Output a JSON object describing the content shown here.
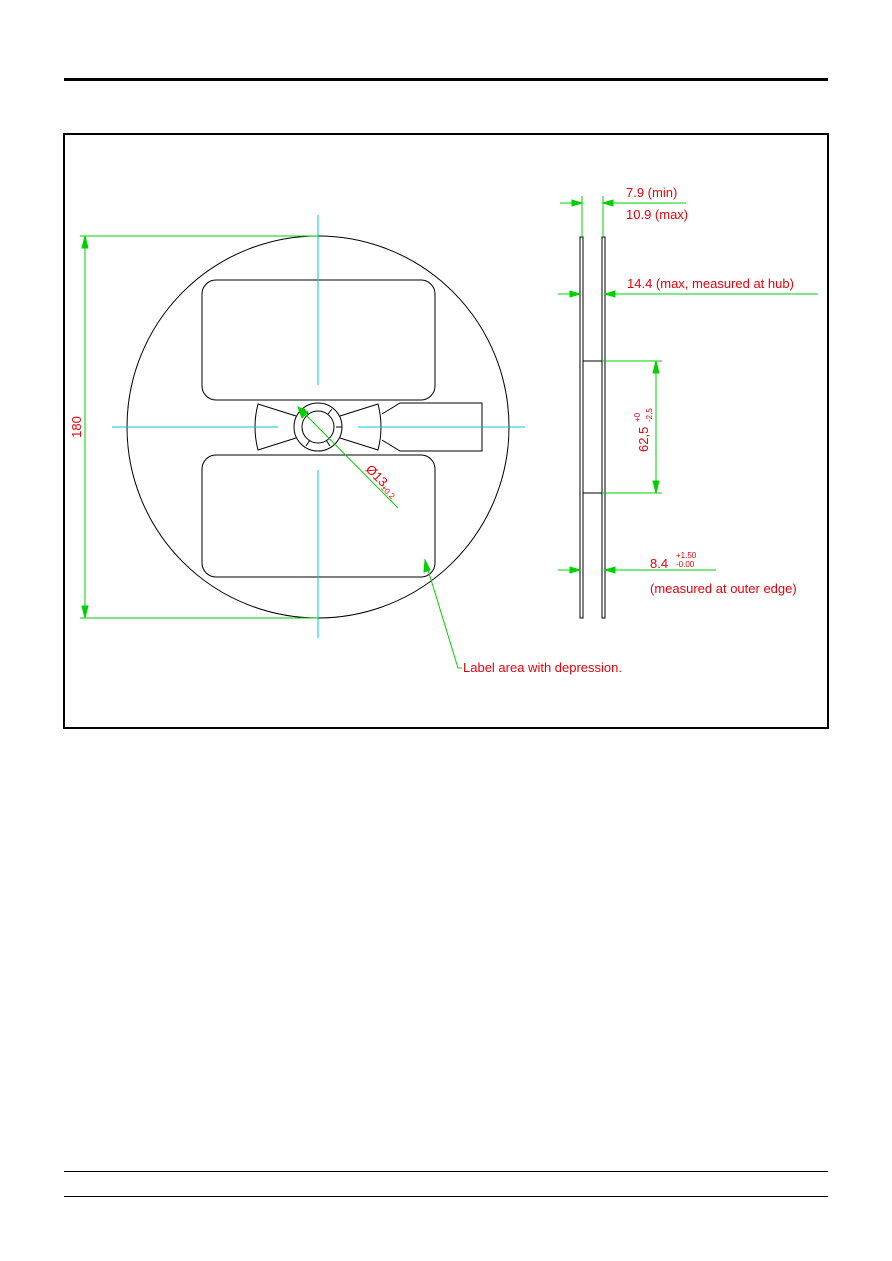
{
  "diagram": {
    "colors": {
      "outline": "#000000",
      "dimension_line": "#00d000",
      "centerline": "#00c8e0",
      "dimension_text": "#e8000b"
    },
    "front_view": {
      "diameter": "180",
      "hub_diameter": "Ø13",
      "hub_tolerance": "±0.2",
      "label_area_callout": "Label area with depression."
    },
    "side_view": {
      "width_min": "7.9 (min)",
      "width_max": "10.9 (max)",
      "hub_width": "14.4 (max, measured at hub)",
      "hub_height": "62,5",
      "hub_height_tol_upper": "+0",
      "hub_height_tol_lower": "-2,5",
      "outer_width": "8.4",
      "outer_width_tol_upper": "+1.50",
      "outer_width_tol_lower": "-0.00",
      "outer_width_note": "(measured at outer edge)"
    }
  }
}
